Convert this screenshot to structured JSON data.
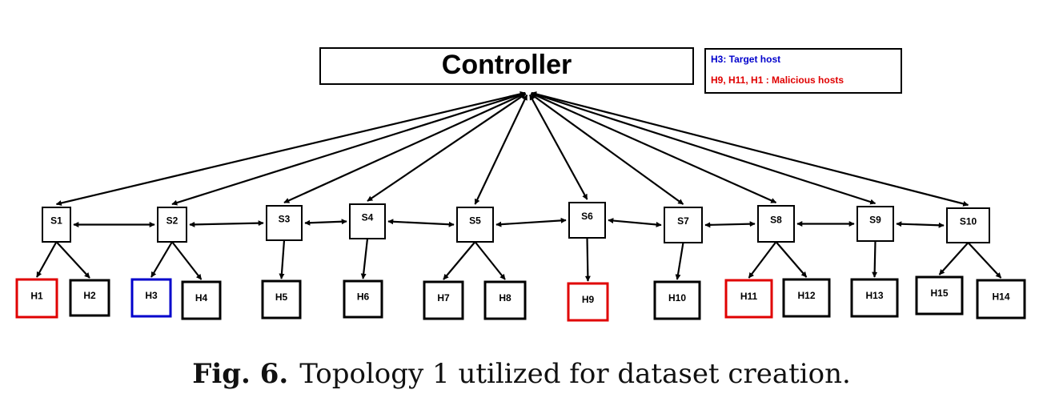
{
  "controller": {
    "label": "Controller"
  },
  "legend": {
    "target": "H3: Target host",
    "malicious": "H9, H11, H1 : Malicious hosts",
    "target_color": "#0000cc",
    "malicious_color": "#e00000"
  },
  "colors": {
    "normal": "#000000",
    "target": "#0000cc",
    "malicious": "#e00000"
  },
  "switches": [
    "S1",
    "S2",
    "S3",
    "S4",
    "S5",
    "S6",
    "S7",
    "S8",
    "S9",
    "S10"
  ],
  "hosts": [
    {
      "label": "H1",
      "switch": "S1",
      "role": "malicious"
    },
    {
      "label": "H2",
      "switch": "S1",
      "role": "normal"
    },
    {
      "label": "H3",
      "switch": "S2",
      "role": "target"
    },
    {
      "label": "H4",
      "switch": "S2",
      "role": "normal"
    },
    {
      "label": "H5",
      "switch": "S3",
      "role": "normal"
    },
    {
      "label": "H6",
      "switch": "S4",
      "role": "normal"
    },
    {
      "label": "H7",
      "switch": "S5",
      "role": "normal"
    },
    {
      "label": "H8",
      "switch": "S5",
      "role": "normal"
    },
    {
      "label": "H9",
      "switch": "S6",
      "role": "malicious"
    },
    {
      "label": "H10",
      "switch": "S7",
      "role": "normal"
    },
    {
      "label": "H11",
      "switch": "S8",
      "role": "malicious"
    },
    {
      "label": "H12",
      "switch": "S8",
      "role": "normal"
    },
    {
      "label": "H13",
      "switch": "S9",
      "role": "normal"
    },
    {
      "label": "H15",
      "switch": "S10",
      "role": "normal"
    },
    {
      "label": "H14",
      "switch": "S10",
      "role": "normal"
    }
  ],
  "caption": {
    "label": "Fig. 6.",
    "text": "Topology 1 utilized for dataset creation."
  }
}
